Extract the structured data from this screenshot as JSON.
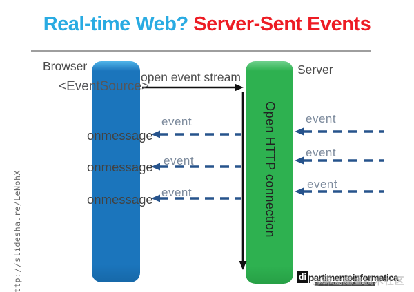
{
  "slide": {
    "title": {
      "highlight": "Real-time Web? ",
      "emphasis": "Server-Sent Events"
    },
    "share_url": "http://slidesha.re/LeNohX"
  },
  "diagram": {
    "browser": {
      "label": "Browser",
      "component": "<EventSource>"
    },
    "server": {
      "label": "Server",
      "connection": "Open HTTP connection"
    },
    "open_stream_label": "open event stream",
    "left_rows": [
      {
        "event": "event",
        "handler": "onmessage"
      },
      {
        "event": "event",
        "handler": "onmessage"
      },
      {
        "event": "event",
        "handler": "onmessage"
      }
    ],
    "right_rows": [
      {
        "event": "event"
      },
      {
        "event": "event"
      },
      {
        "event": "event"
      }
    ]
  },
  "footer": {
    "logo": {
      "prefix": "di",
      "name": "partimentoinformatica",
      "subtitle": "Università degli Studi dell'Aquila"
    },
    "watermark": "@稀土掘金技术社区"
  },
  "colors": {
    "title_blue": "#29ABE2",
    "title_red": "#ED1C24",
    "bar_blue": "#1B75BC",
    "bar_green": "#2EB150",
    "arrow_navy": "#26538C"
  }
}
